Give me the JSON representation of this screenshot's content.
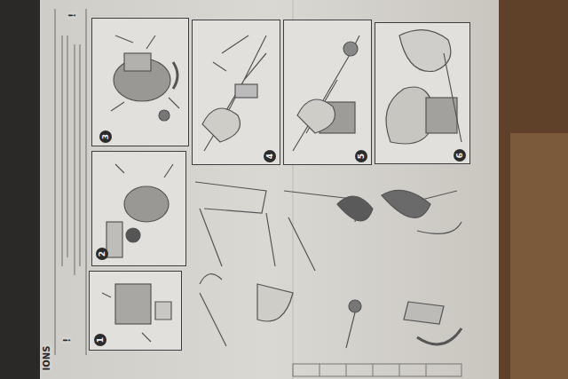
{
  "diagram": {
    "nodes": [
      {
        "text": [
          "3"
        ]
      },
      {
        "text": [
          "4"
        ]
      },
      {
        "text": [
          "5"
        ]
      },
      {
        "text": [
          "6"
        ]
      },
      {
        "text": [
          "2"
        ]
      },
      {
        "text": [
          "1"
        ]
      }
    ],
    "labels": [
      "!",
      "!",
      "IONS"
    ]
  }
}
